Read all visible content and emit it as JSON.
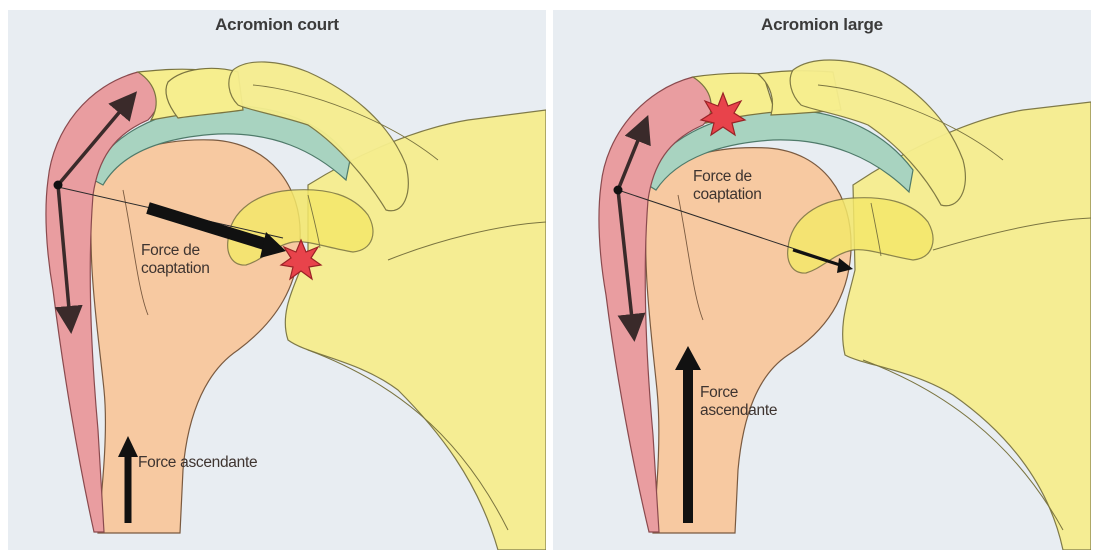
{
  "colors": {
    "background": "#e8edf2",
    "muscle_deltoid": "#e99da0",
    "humeral_head": "#f7c9a1",
    "acromion_scapula": "#f6ee8e",
    "rotator_cuff": "#a8d3c0",
    "impact_star": "#e8434b",
    "force_arrow": "#111111"
  },
  "panels": [
    {
      "title": "Acromion court",
      "labels": {
        "coaptation_line1": "Force de",
        "coaptation_line2": "coaptation",
        "ascending": "Force ascendante"
      },
      "icons": [
        "impact-star-icon"
      ]
    },
    {
      "title": "Acromion large",
      "labels": {
        "coaptation_line1": "Force de",
        "coaptation_line2": "coaptation",
        "ascending_line1": "Force",
        "ascending_line2": "ascendante"
      },
      "icons": [
        "impact-star-icon"
      ]
    }
  ]
}
